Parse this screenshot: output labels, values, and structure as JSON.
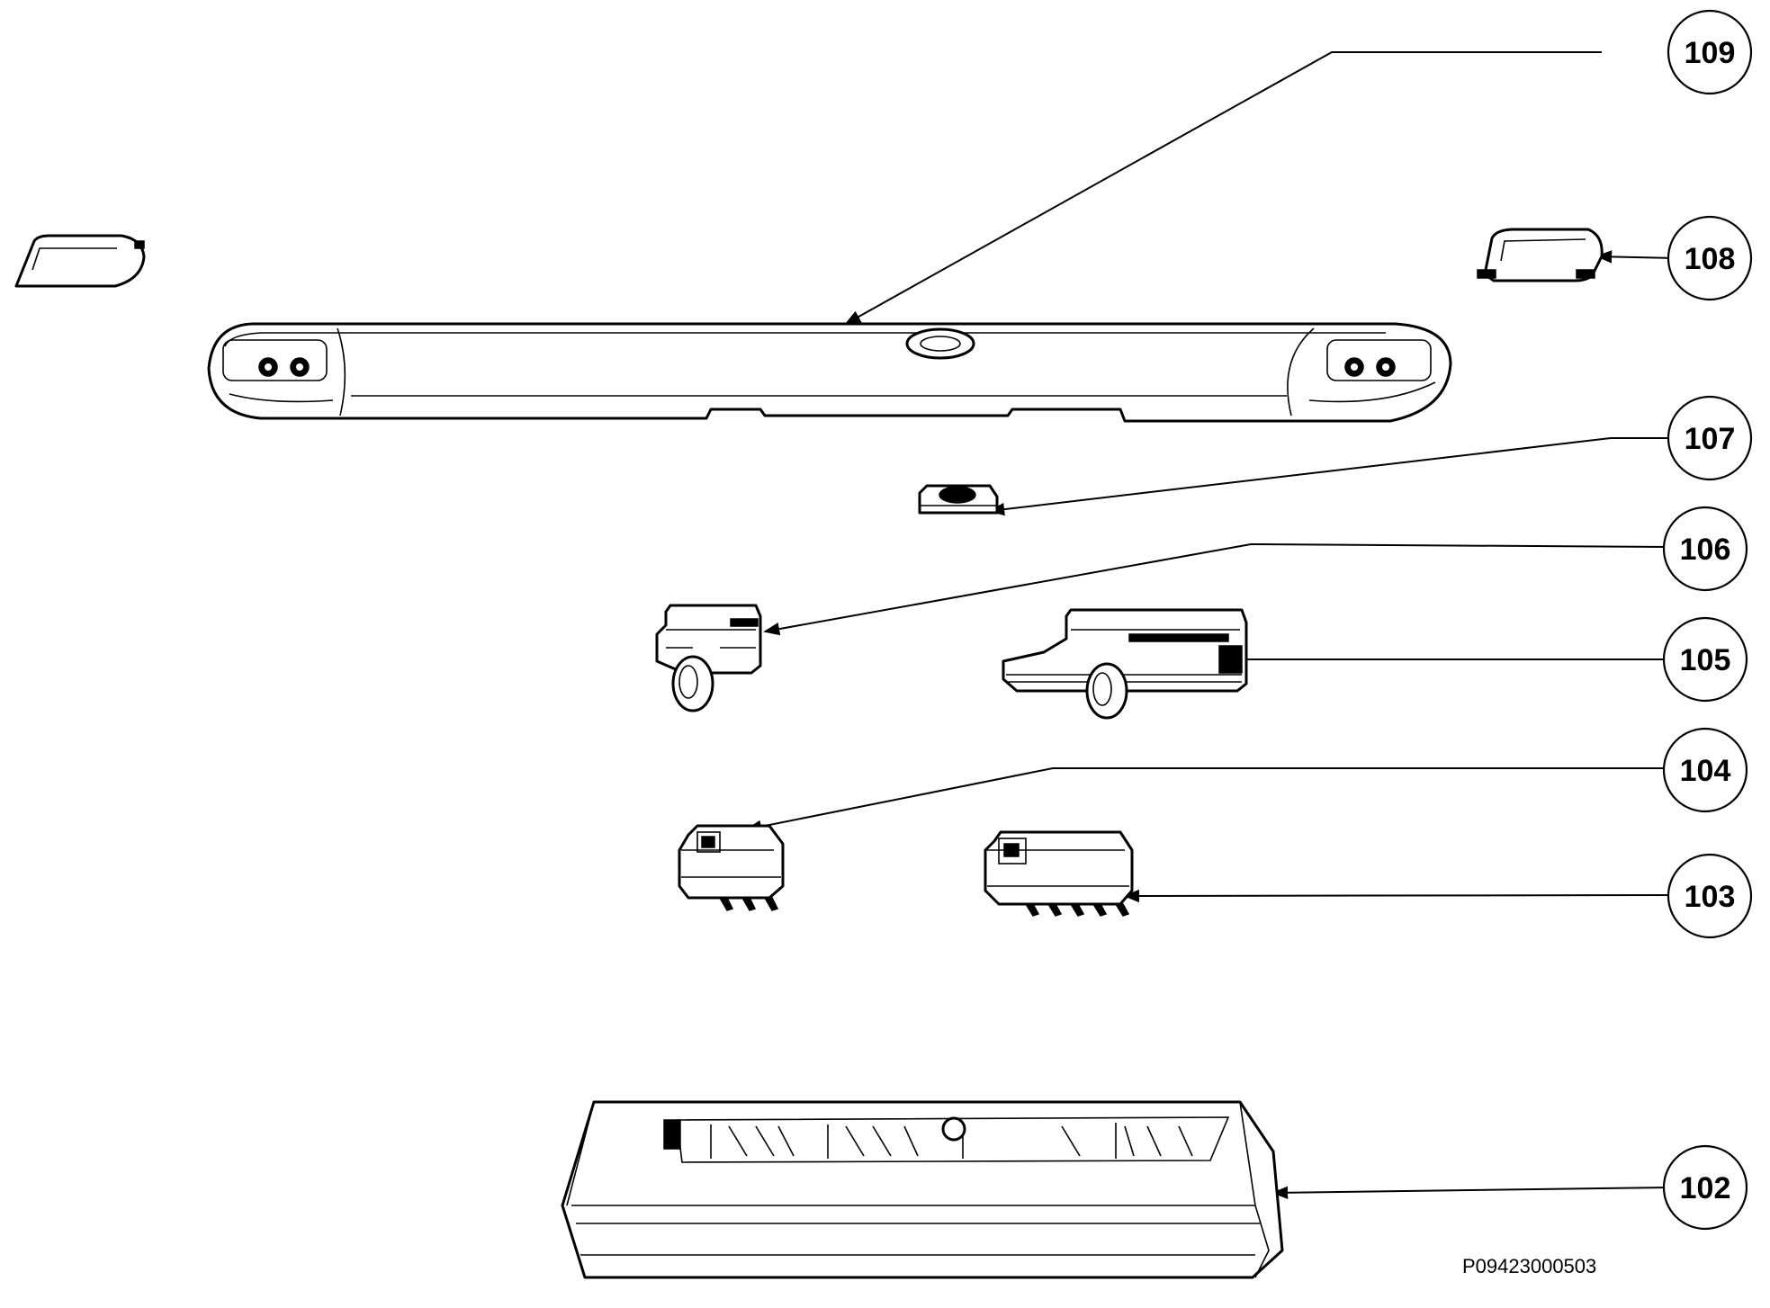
{
  "callouts": [
    {
      "id": "109",
      "label": "109"
    },
    {
      "id": "108",
      "label": "108"
    },
    {
      "id": "107",
      "label": "107"
    },
    {
      "id": "106",
      "label": "106"
    },
    {
      "id": "105",
      "label": "105"
    },
    {
      "id": "104",
      "label": "104"
    },
    {
      "id": "103",
      "label": "103"
    },
    {
      "id": "102",
      "label": "102"
    }
  ],
  "reference_code": "P09423000503",
  "colors": {
    "line": "#000000",
    "background": "#ffffff"
  }
}
